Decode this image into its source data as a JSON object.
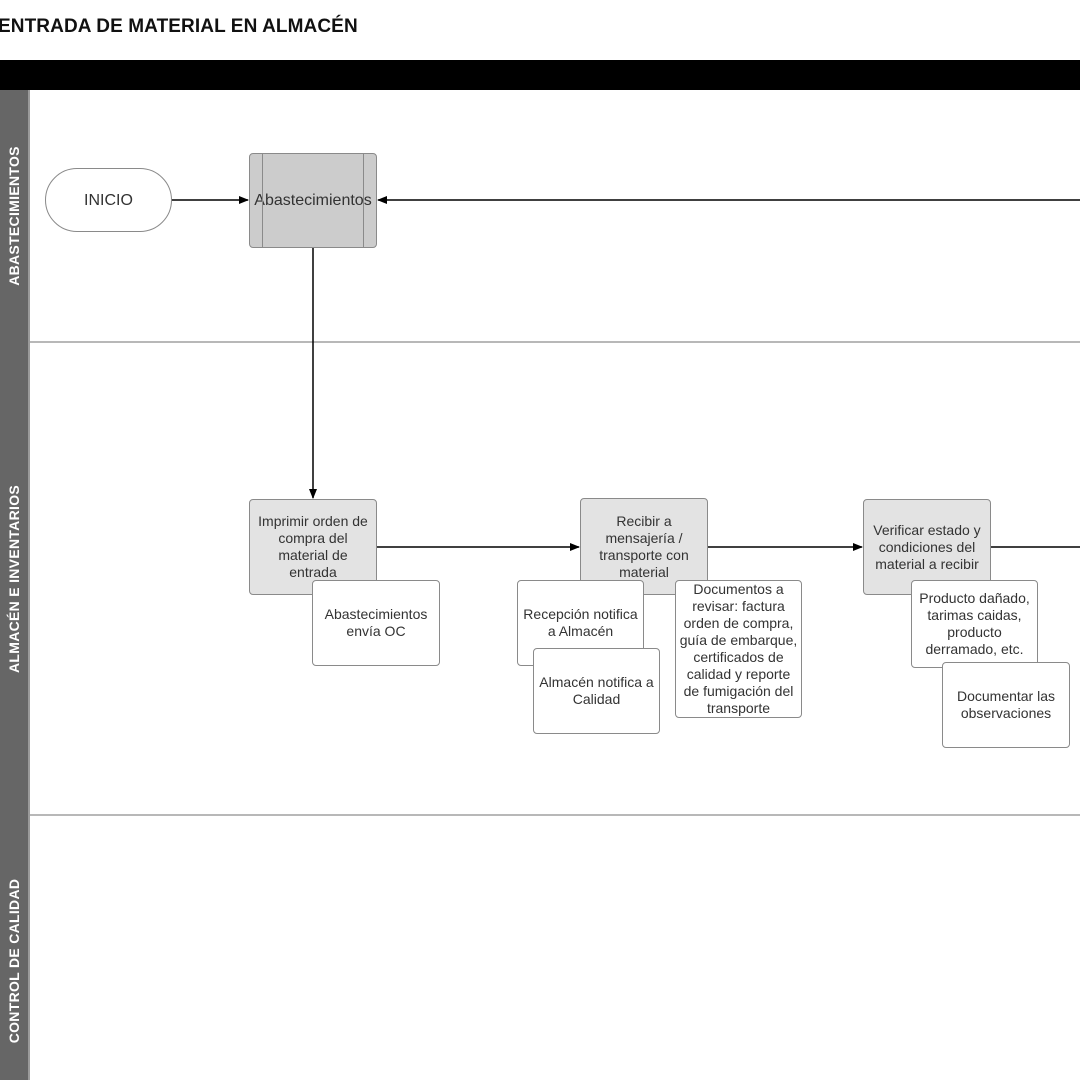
{
  "title": "ENTRADA DE MATERIAL EN ALMACÉN",
  "lanes": {
    "abastecimientos": "ABASTECIMIENTOS",
    "almacen": "ALMACÉN E INVENTARIOS",
    "calidad": "CONTROL DE CALIDAD"
  },
  "nodes": {
    "inicio": "INICIO",
    "abastecimientos": "Abastecimientos",
    "imprimir": "Imprimir orden de compra del material de entrada",
    "recibir": "Recibir a mensajería / transporte con material",
    "verificar": "Verificar estado y condiciones del material a recibir"
  },
  "notes": {
    "envia_oc": "Abastecimientos envía OC",
    "recepcion": "Recepción notifica a Almacén",
    "calidad": "Almacén notifica a Calidad",
    "documentos": "Documentos a revisar: factura orden de compra, guía de embarque, certificados de calidad y reporte de fumigación del transporte",
    "producto": "Producto dañado, tarimas caidas, producto derramado, etc.",
    "documentar": "Documentar las observaciones"
  },
  "colors": {
    "lane_header": "#666666",
    "subprocess_fill": "#cccccc",
    "process_fill": "#e3e3e3",
    "border": "#8a8a8a"
  }
}
